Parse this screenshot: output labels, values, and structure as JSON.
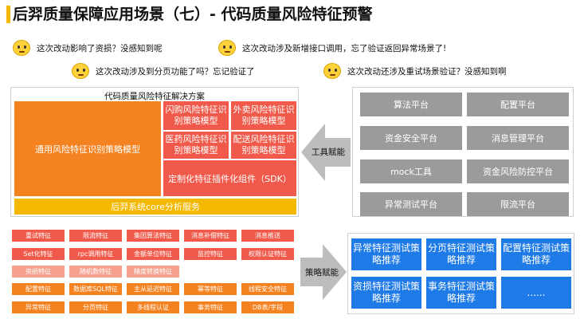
{
  "title": "后羿质量保障应用场景（七）- 代码质量风险特征预警",
  "questions": [
    "这次改动影响了资损？没感知到呢",
    "这次改动涉及新增接口调用，忘了验证返回异常场景了!",
    "这次改动涉及到分页功能了吗？忘记验证了",
    "这次改动还涉及重试场景验证？没感知到啊"
  ],
  "solution": {
    "title": "代码质量风险特征解决方案",
    "general": "通用风险特征识别策略模型",
    "models": [
      "闪购风险特征识别策略模型",
      "外卖风险特征识别策略模型",
      "医药风险特征识别策略模型",
      "配送风险特征识别策略模型"
    ],
    "sdk": "定制化特征插件化组件（SDK）",
    "core": "后羿系统core分析服务"
  },
  "tool_label": "工具赋能",
  "strategy_label": "策略赋能",
  "platforms": [
    "算法平台",
    "配置平台",
    "资金安全平台",
    "消息管理平台",
    "mock工具",
    "资金风险防控平台",
    "异常测试平台",
    "限流平台"
  ],
  "features": [
    [
      "重试特征",
      "限流特征",
      "集团算法特征",
      "消息补偿特征",
      "消息推送"
    ],
    [
      "Set化特征",
      "rpc调用特征",
      "金额单位特征",
      "监控特征",
      "权限认证特征"
    ],
    [
      "资损特征",
      "随机数特征",
      "精度转换特征",
      "",
      ""
    ],
    [
      "配置特征",
      "数据库SQL特征",
      "主从延迟特征",
      "幂等特征",
      "线程安全特征"
    ],
    [
      "异常特征",
      "分页特征",
      "多线程认证",
      "事务特征",
      "DB表/字段"
    ]
  ],
  "feature_colors": [
    "#f15a4a",
    "#f15a4a",
    "#f7a08e",
    "#f58220",
    "#f58220"
  ],
  "strategies": [
    "异常特征测试策略推荐",
    "分页特征测试策略推荐",
    "配置特征测试策略推荐",
    "资损特征测试策略推荐",
    "事务特征测试策略推荐",
    "......"
  ],
  "colors": {
    "accent_yellow": "#f5b800",
    "orange": "#f58220",
    "red": "#f15a4a",
    "gray": "#9b9b9b",
    "blue": "#1e7ae6"
  }
}
